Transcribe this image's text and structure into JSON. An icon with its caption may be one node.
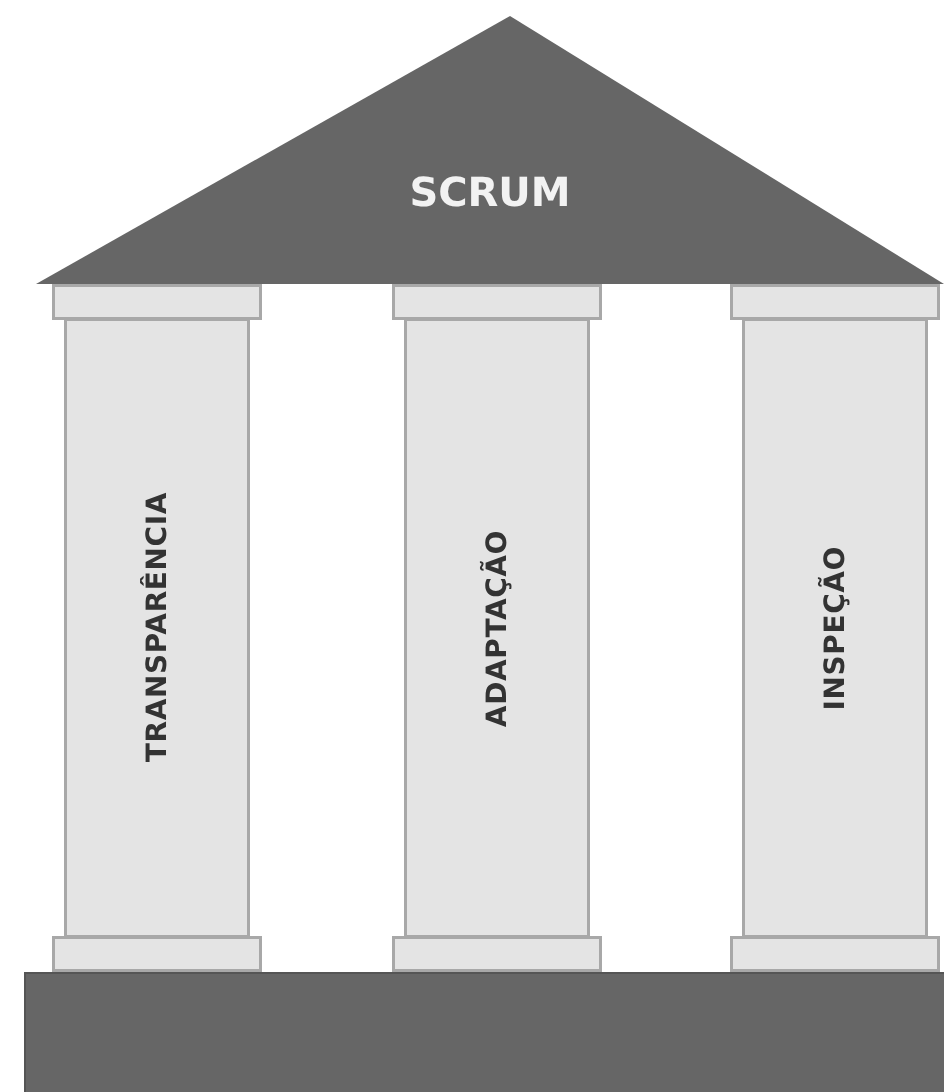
{
  "diagram": {
    "nodes": [
      {
        "text": [
          "SCRUM"
        ]
      },
      {
        "text": [
          "TRANSPARÊNCIA"
        ]
      },
      {
        "text": [
          "ADAPTAÇÃO"
        ]
      },
      {
        "text": [
          "INSPEÇÃO"
        ]
      },
      {
        "text": [],
        "shape": "bar"
      }
    ]
  }
}
